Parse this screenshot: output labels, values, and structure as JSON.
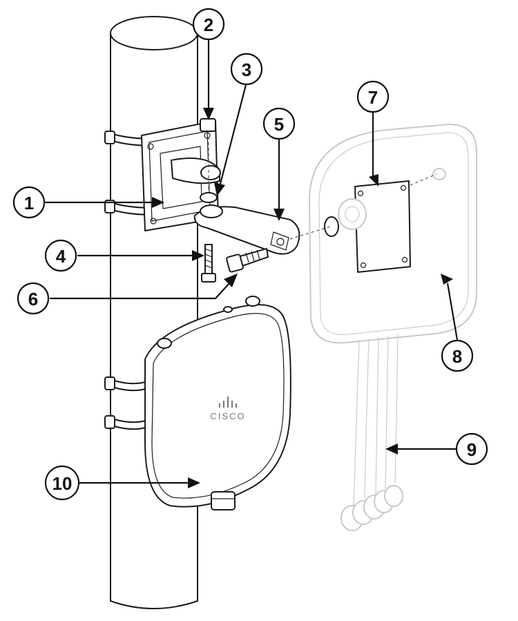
{
  "brand": {
    "logo_text": "CISCO"
  },
  "callouts": [
    {
      "id": "1",
      "label": "1"
    },
    {
      "id": "2",
      "label": "2"
    },
    {
      "id": "3",
      "label": "3"
    },
    {
      "id": "4",
      "label": "4"
    },
    {
      "id": "5",
      "label": "5"
    },
    {
      "id": "6",
      "label": "6"
    },
    {
      "id": "7",
      "label": "7"
    },
    {
      "id": "8",
      "label": "8"
    },
    {
      "id": "9",
      "label": "9"
    },
    {
      "id": "10",
      "label": "10"
    }
  ],
  "colors": {
    "line": "#111111",
    "ghost": "#c8c8c8",
    "background": "#ffffff"
  }
}
